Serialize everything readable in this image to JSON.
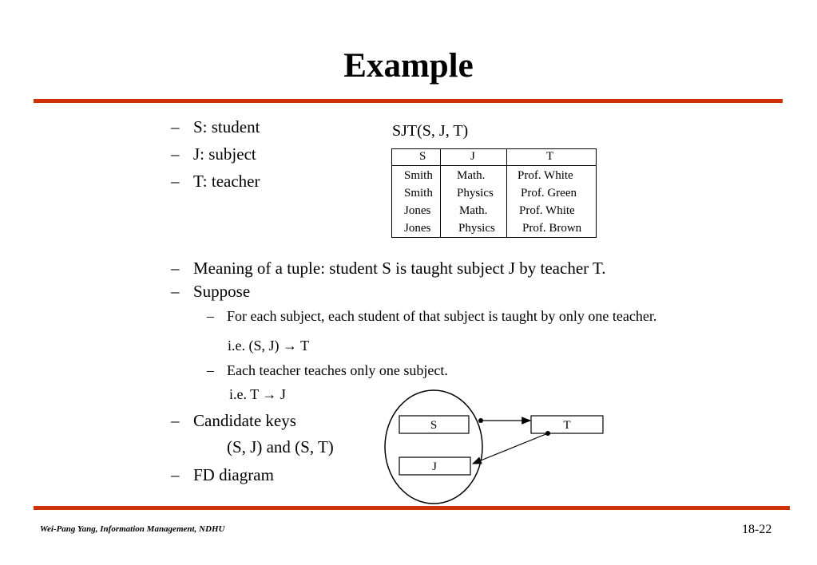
{
  "slide": {
    "title": "Example",
    "footer_left": "Wei-Pang Yang, Information Management, NDHU",
    "footer_right": "18-22"
  },
  "definitions": [
    {
      "dash": "–",
      "text": "S: student"
    },
    {
      "dash": "–",
      "text": "J: subject"
    },
    {
      "dash": "–",
      "text": "T: teacher"
    }
  ],
  "relation": {
    "caption": "SJT(S, J, T)",
    "columns": [
      "S",
      "J",
      "T"
    ],
    "rows": [
      [
        "Smith",
        "Math.",
        "Prof. White"
      ],
      [
        "Smith",
        "Physics",
        "Prof. Green"
      ],
      [
        "Jones",
        "Math.",
        "Prof. White"
      ],
      [
        "Jones",
        "Physics",
        "Prof. Brown"
      ]
    ]
  },
  "body": {
    "meaning": {
      "dash": "–",
      "text": "Meaning of a tuple: student S is taught subject J by teacher T."
    },
    "suppose": {
      "dash": "–",
      "text": "Suppose"
    },
    "sub1": {
      "dash": "–",
      "text": "For each subject, each student of  that subject is taught by only one teacher."
    },
    "sub1_ie": "i.e. (S, J) → T",
    "sub2": {
      "dash": "–",
      "text": "Each teacher teaches only one subject."
    },
    "sub2_ie": "i.e. T → J",
    "candidate": {
      "dash": "–",
      "text": "Candidate keys"
    },
    "keys": "(S, J) and (S, T)",
    "fd": {
      "dash": "–",
      "text": "FD diagram"
    }
  },
  "diagram": {
    "nodes": {
      "s": "S",
      "t": "T",
      "j": "J"
    }
  },
  "colors": {
    "accent_bar": "#cc3300"
  }
}
